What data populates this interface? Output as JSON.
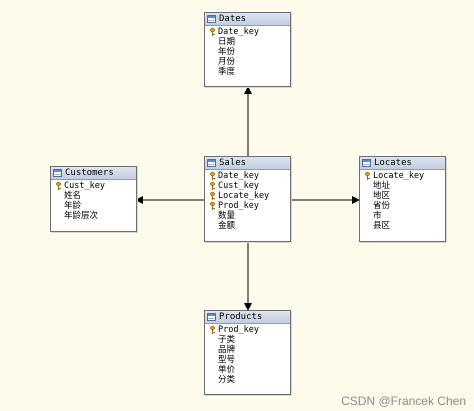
{
  "colors": {
    "background": "#fdfcec",
    "arrow": "#000000",
    "key": "#e3a628",
    "header": "#c4cee0"
  },
  "tables": {
    "dates": {
      "title": "Dates",
      "columns": [
        {
          "name": "Date_key",
          "key": true
        },
        {
          "name": "日期",
          "key": false
        },
        {
          "name": "年份",
          "key": false
        },
        {
          "name": "月份",
          "key": false
        },
        {
          "name": "季度",
          "key": false
        }
      ]
    },
    "customers": {
      "title": "Customers",
      "columns": [
        {
          "name": "Cust_key",
          "key": true
        },
        {
          "name": "姓名",
          "key": false
        },
        {
          "name": "年龄",
          "key": false
        },
        {
          "name": "年龄层次",
          "key": false
        }
      ]
    },
    "sales": {
      "title": "Sales",
      "columns": [
        {
          "name": "Date_key",
          "key": true
        },
        {
          "name": "Cust_key",
          "key": true
        },
        {
          "name": "Locate_key",
          "key": true
        },
        {
          "name": "Prod_key",
          "key": true
        },
        {
          "name": "数量",
          "key": false
        },
        {
          "name": "金额",
          "key": false
        }
      ]
    },
    "locates": {
      "title": "Locates",
      "columns": [
        {
          "name": "Locate_key",
          "key": true
        },
        {
          "name": "地址",
          "key": false
        },
        {
          "name": "地区",
          "key": false
        },
        {
          "name": "省份",
          "key": false
        },
        {
          "name": "市",
          "key": false
        },
        {
          "name": "县区",
          "key": false
        }
      ]
    },
    "products": {
      "title": "Products",
      "columns": [
        {
          "name": "Prod_key",
          "key": true
        },
        {
          "name": "子类",
          "key": false
        },
        {
          "name": "品牌",
          "key": false
        },
        {
          "name": "型号",
          "key": false
        },
        {
          "name": "单价",
          "key": false
        },
        {
          "name": "分类",
          "key": false
        }
      ]
    }
  },
  "relationships": [
    {
      "from": "sales",
      "to": "dates"
    },
    {
      "from": "sales",
      "to": "customers"
    },
    {
      "from": "sales",
      "to": "locates"
    },
    {
      "from": "sales",
      "to": "products"
    }
  ],
  "watermark": "CSDN @Francek Chen"
}
